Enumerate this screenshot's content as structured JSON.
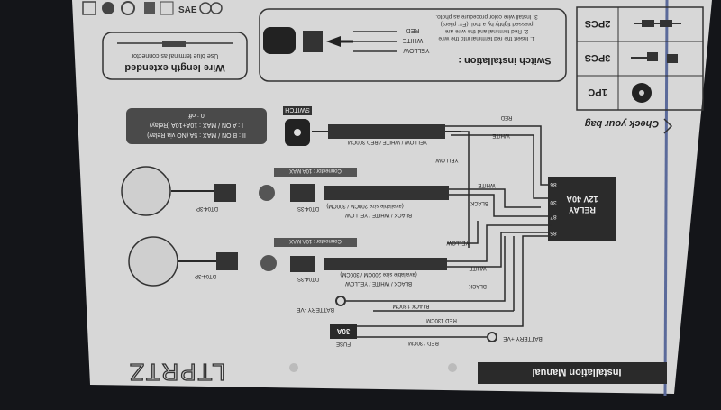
{
  "brand": "LTPRTZ",
  "manual_title": "Installation Manual",
  "check_bag": {
    "title": "Check your bag",
    "items": [
      "2PCS",
      "3PCS",
      "1PC"
    ]
  },
  "switch_installation": {
    "title": "Switch installation :",
    "steps": [
      "1. Insert the red terminal into the wire",
      "2. Red terminal and the wire are",
      "pressed tightly by a tool. (Ex: pliers)",
      "3. Install wire color procedure as photo."
    ],
    "wire_labels": [
      "RED",
      "WHITE",
      "YELLOW"
    ]
  },
  "wire_length": {
    "title": "Wire length extended",
    "subtitle": "Use blue terminal as connector"
  },
  "switch_legend": {
    "switch_label": "SWITCH",
    "lines": [
      "0 : off",
      "I : A ON / MAX : 10A+10A (Relay)",
      "II : B ON / MAX : 5A (NO via Relay)"
    ]
  },
  "relay": {
    "line1": "RELAY",
    "line2": "12V 40A",
    "pins": [
      "86",
      "30",
      "87",
      "85"
    ]
  },
  "wiring_labels": {
    "red": "RED",
    "white": "WHITE",
    "yellow": "YELLOW",
    "black": "BLACK",
    "switch_cable": "YELLOW / WHITE / RED 300CM",
    "light_cable": "BLACK / WHITE / YELLOW",
    "extension": "(available size 200CM / 300CM)",
    "connector": "Connector : 10A MAX",
    "dt_female": "DT04-3S",
    "dt_male": "DT04-3P",
    "battery_neg": "BATTERY -VE",
    "battery_pos": "BATTERY +VE",
    "black_130": "BLACK 130CM",
    "red_130": "RED 130CM",
    "fuse_value": "30A",
    "fuse_label": "FUSE"
  },
  "colors": {
    "paper": "#d8d8d8",
    "ink": "#2a2a2a",
    "background": "#141519",
    "accent": "#6b6b6b"
  }
}
